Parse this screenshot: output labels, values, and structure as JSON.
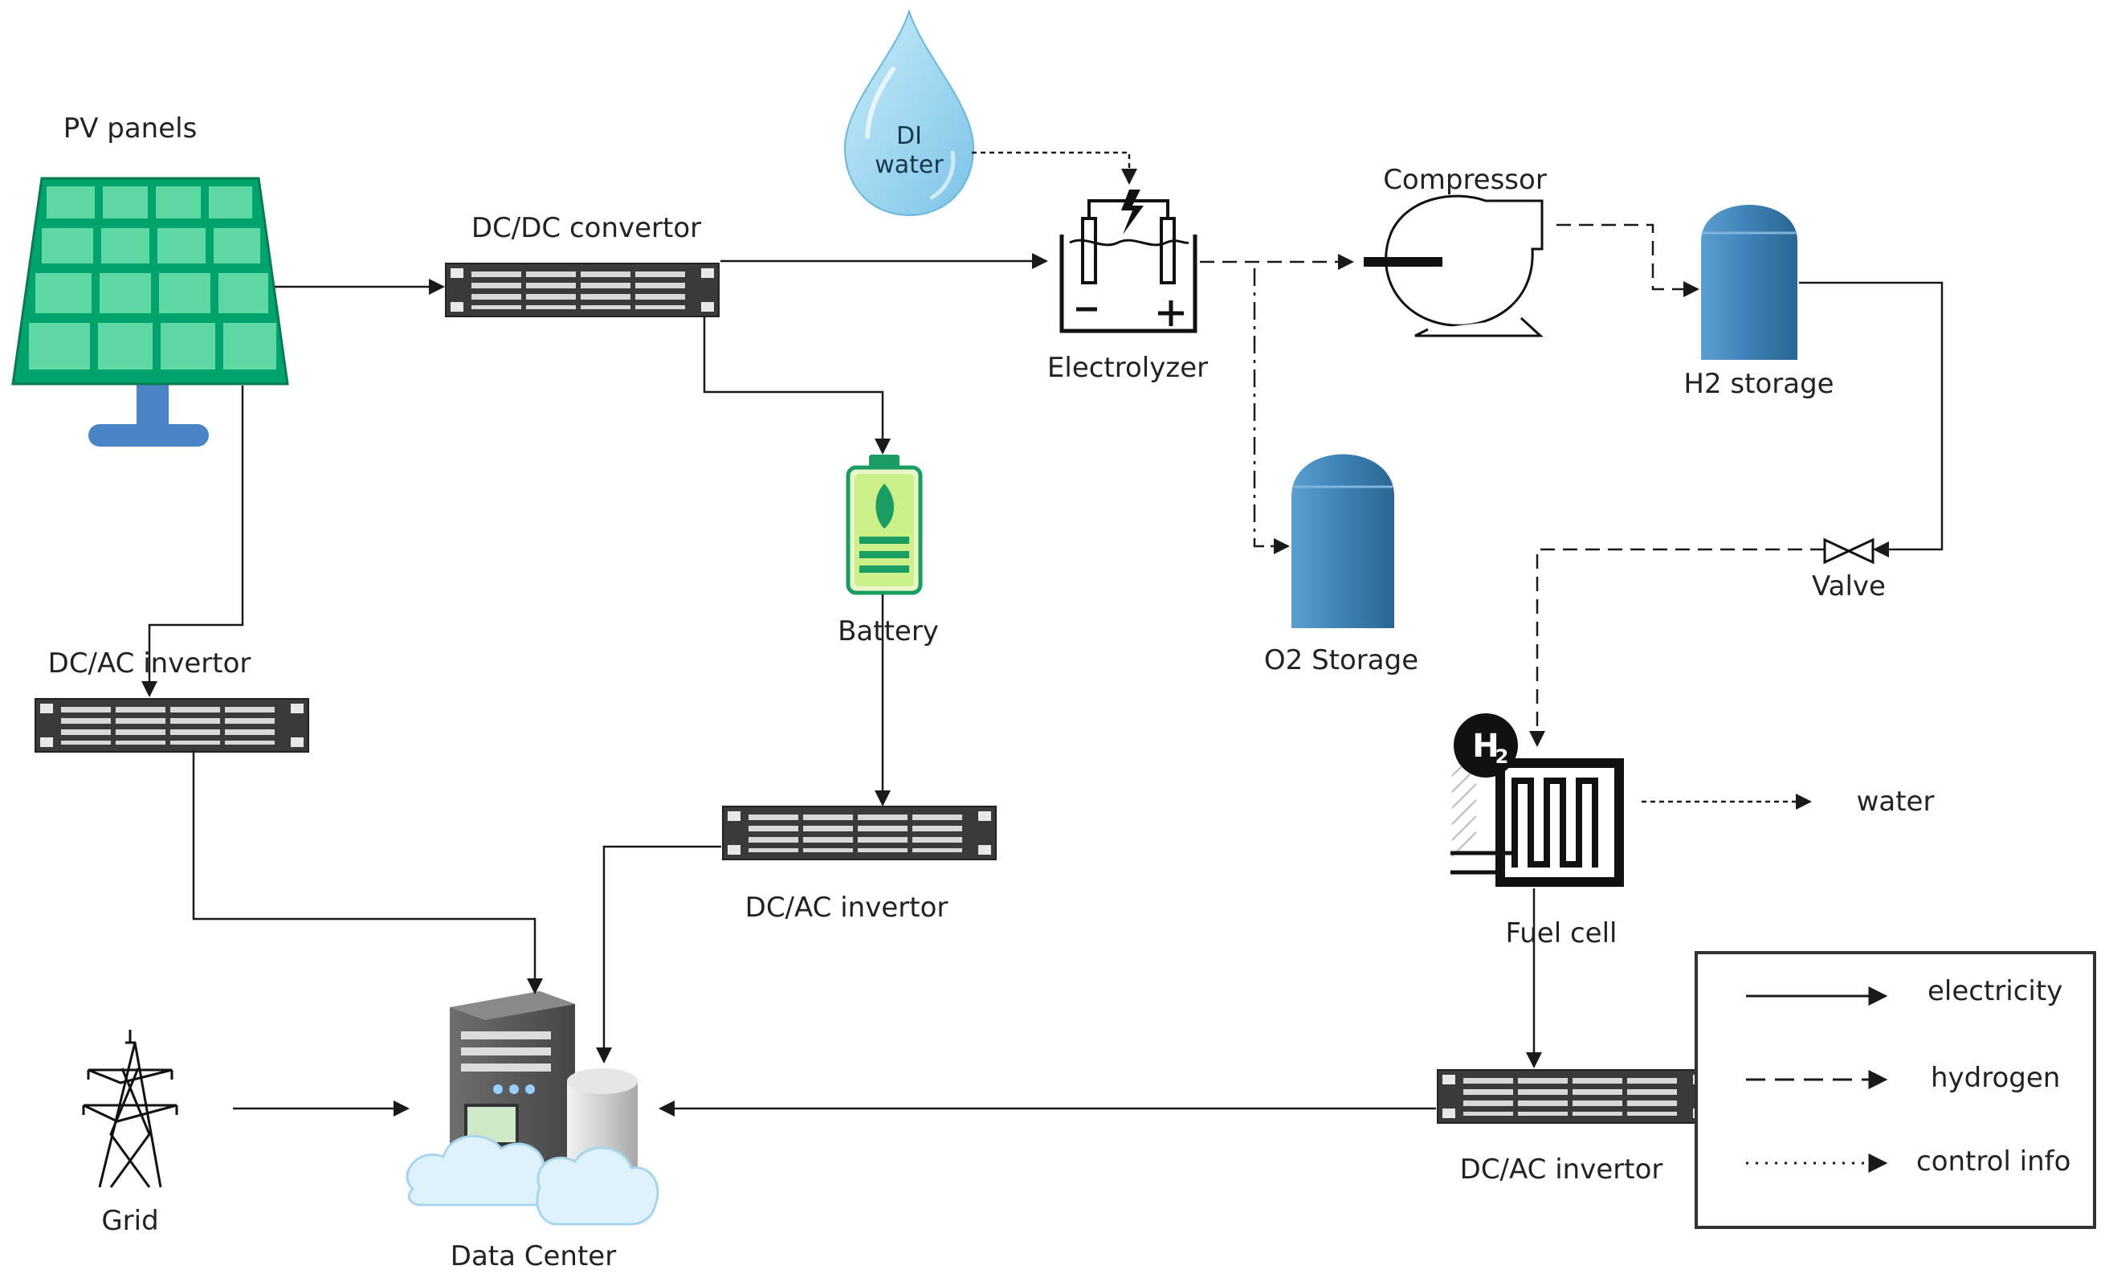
{
  "components": {
    "pv_panels": "PV panels",
    "dcdc_convertor": "DC/DC convertor",
    "di_water_line1": "DI",
    "di_water_line2": "water",
    "electrolyzer": "Electrolyzer",
    "compressor": "Compressor",
    "h2_storage": "H2 storage",
    "o2_storage": "O2 Storage",
    "battery": "Battery",
    "dcac_invertor_left": "DC/AC invertor",
    "dcac_invertor_middle": "DC/AC invertor",
    "dcac_invertor_right": "DC/AC invertor",
    "valve": "Valve",
    "fuel_cell": "Fuel cell",
    "water_out": "water",
    "grid": "Grid",
    "data_center": "Data Center"
  },
  "legend": {
    "items": [
      {
        "label": "electricity",
        "style": "solid"
      },
      {
        "label": "hydrogen",
        "style": "dashed"
      },
      {
        "label": "control info",
        "style": "dotted"
      }
    ]
  },
  "colors": {
    "pv_green": "#00a36c",
    "pv_cell": "#5fd9a3",
    "tank_blue": "#3e82b4",
    "water_blue": "#8fd0ee",
    "battery_green": "#22a86a",
    "line": "#1a1a1a"
  }
}
